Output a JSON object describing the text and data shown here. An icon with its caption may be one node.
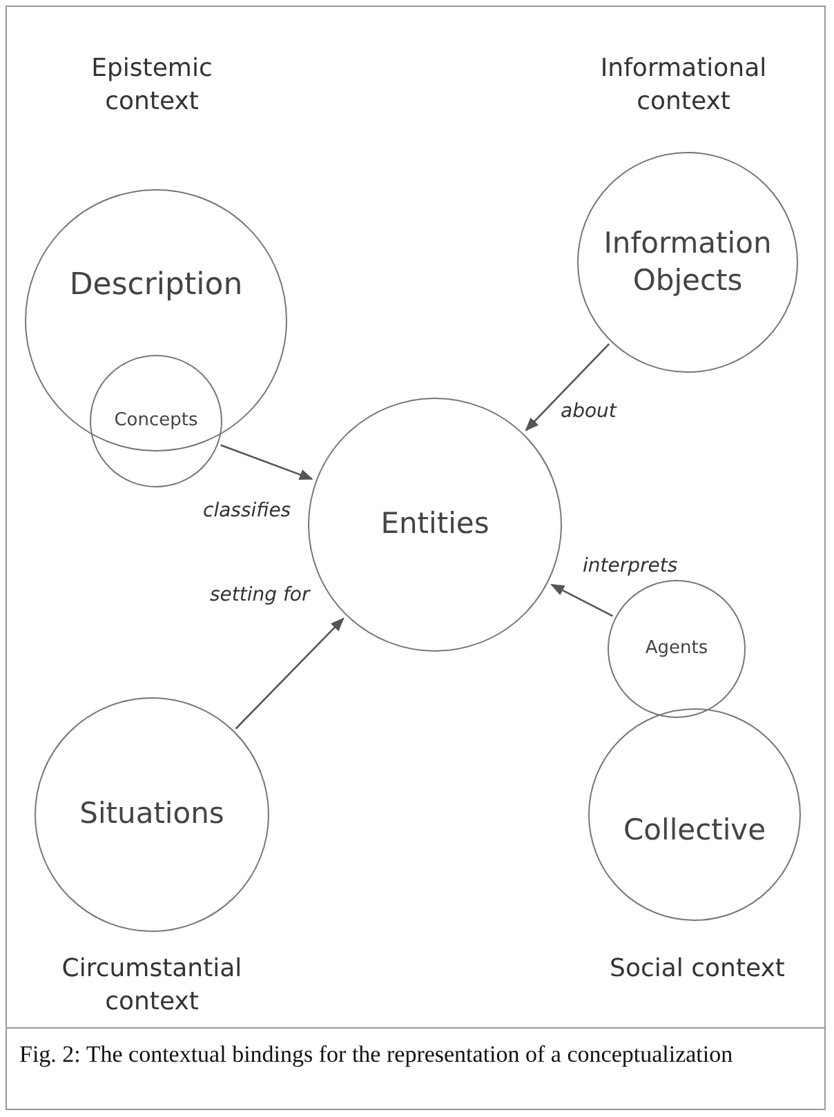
{
  "diagram": {
    "nodes": [
      {
        "text": [
          "Description"
        ],
        "beside": [
          "Epistemic context"
        ]
      },
      {
        "text": [
          "Concepts"
        ]
      },
      {
        "text": [
          "Information Objects"
        ],
        "beside": [
          "Informational context"
        ]
      },
      {
        "text": [
          "Entities"
        ]
      },
      {
        "text": [
          "Situations"
        ],
        "beside": [
          "Circumstantial context"
        ]
      },
      {
        "text": [
          "Agents"
        ]
      },
      {
        "text": [
          "Collective"
        ],
        "beside": [
          "Social context"
        ]
      }
    ],
    "edges": [
      {
        "from": 1,
        "to": 3,
        "arrow": "to",
        "label": "classifies"
      },
      {
        "from": 2,
        "to": 3,
        "arrow": "to",
        "label": "about"
      },
      {
        "from": 5,
        "to": 3,
        "arrow": "to",
        "label": "interprets"
      },
      {
        "from": 4,
        "to": 3,
        "arrow": "to",
        "label": "setting for"
      }
    ],
    "caption": "Fig. 2: The contextual bindings for the representation of a conceptualization"
  }
}
